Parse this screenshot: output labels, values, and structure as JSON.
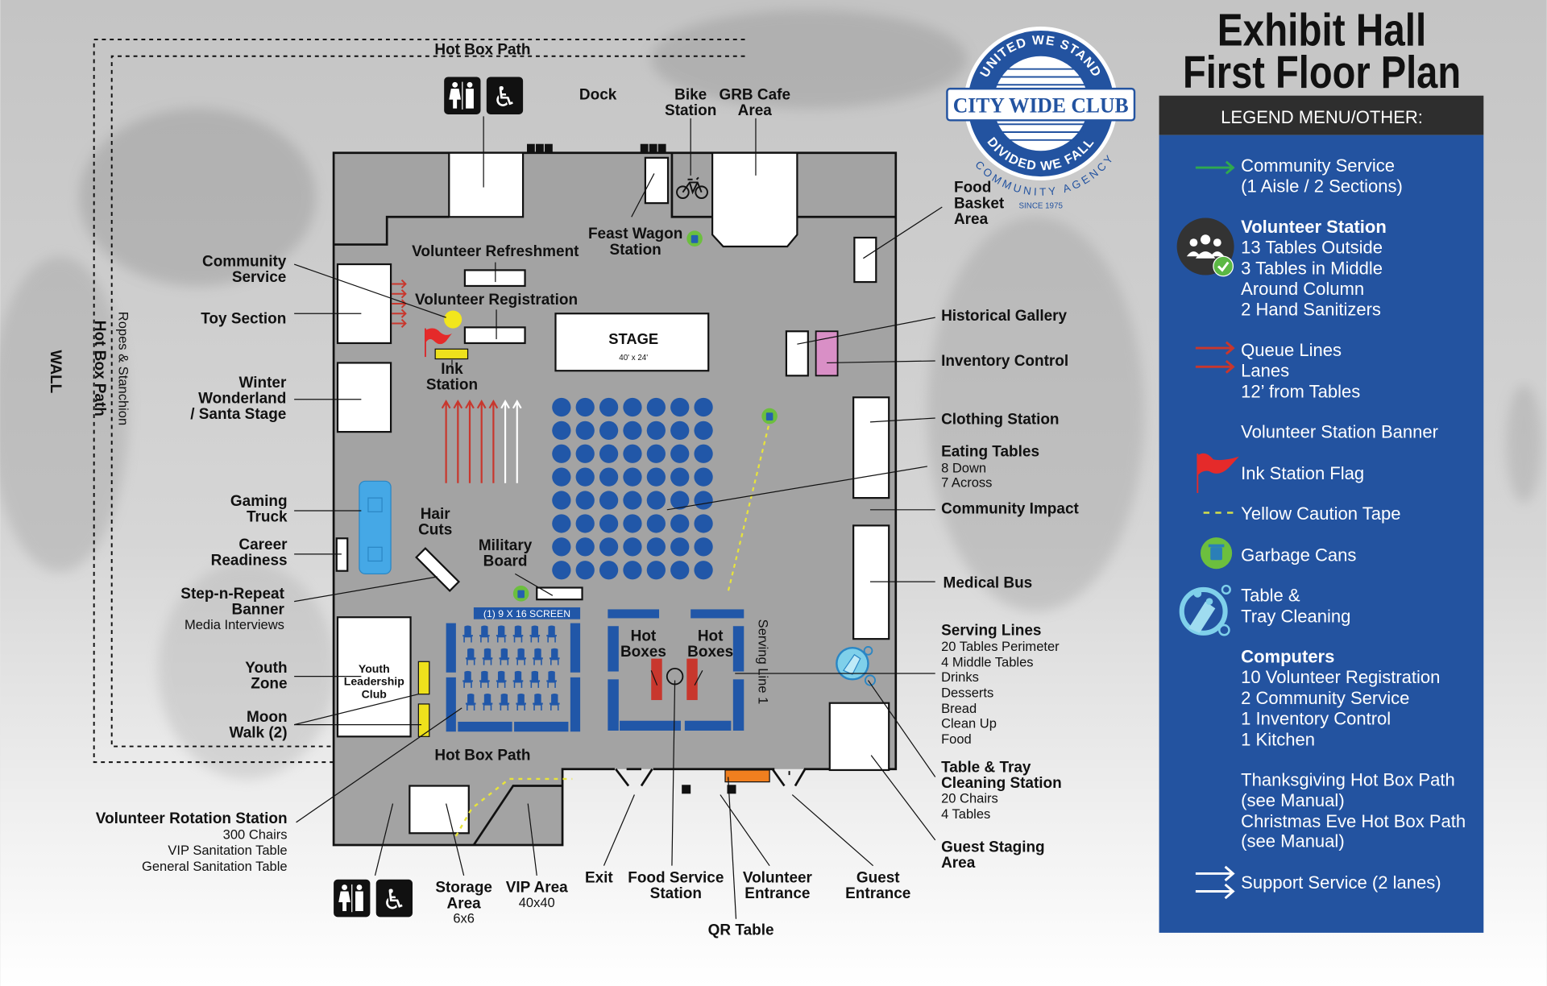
{
  "title": {
    "line1": "Exhibit Hall",
    "line2": "First Floor Plan"
  },
  "logo": {
    "name": "CITY WIDE CLUB",
    "top_arc": "UNITED WE STAND",
    "bottom_arc": "DIVIDED WE FALL",
    "outer_arc": "COMMUNITY AGENCY",
    "since": "SINCE 1975"
  },
  "colors": {
    "legend_blue": "#2353a0",
    "legend_header": "#2e2e2e",
    "floor": "#a3a3a3",
    "table_blue": "#2157a8",
    "queue_red": "#c8372d",
    "community_green": "#2fa84f",
    "caution_yellow": "#e8e43a",
    "inventory_pink": "#d98fc6",
    "orange_qr": "#f07f1f"
  },
  "legend": {
    "header": "LEGEND MENU/OTHER:",
    "community_service": [
      "Community Service",
      "(1 Aisle / 2 Sections)"
    ],
    "volunteer_station": {
      "title": "Volunteer Station",
      "lines": [
        "13 Tables Outside",
        "3 Tables in Middle",
        "Around Column",
        "2 Hand Sanitizers"
      ]
    },
    "queue": [
      "Queue Lines",
      "Lanes",
      "12’ from Tables"
    ],
    "banner": "Volunteer Station Banner",
    "ink_flag": "Ink Station Flag",
    "caution": "Yellow Caution Tape",
    "garbage": "Garbage Cans",
    "cleaning": [
      "Table &",
      "Tray Cleaning"
    ],
    "computers": {
      "title": "Computers",
      "lines": [
        "10 Volunteer Registration",
        "2 Community Service",
        "1 Inventory Control",
        "1 Kitchen"
      ]
    },
    "hot_box": [
      "Thanksgiving Hot Box Path",
      "(see Manual)",
      "Christmas Eve Hot Box Path",
      "(see Manual)"
    ],
    "support": "Support Service (2 lanes)"
  },
  "map": {
    "wall": "WALL",
    "hot_box_path": "Hot Box Path",
    "ropes": "Ropes & Stanchion",
    "dock": "Dock",
    "bike_station": [
      "Bike",
      "Station"
    ],
    "grb_cafe": [
      "GRB Cafe",
      "Area"
    ],
    "feast_wagon": [
      "Feast Wagon",
      "Station"
    ],
    "volunteer_refreshment": "Volunteer Refreshment",
    "volunteer_registration": "Volunteer Registration",
    "ink_station": [
      "Ink",
      "Station"
    ],
    "stage": {
      "title": "STAGE",
      "size": "40' x 24'"
    },
    "hair_cuts": [
      "Hair",
      "Cuts"
    ],
    "military_board": [
      "Military",
      "Board"
    ],
    "screen": "(1) 9 X 16 SCREEN",
    "youth_club": [
      "Youth",
      "Leadership",
      "Club"
    ],
    "hot_boxes": [
      "Hot",
      "Boxes"
    ],
    "serving_line": "Serving Line 1",
    "left": {
      "community_service": [
        "Community",
        "Service"
      ],
      "toy_section": "Toy Section",
      "winter": [
        "Winter",
        "Wonderland",
        "/ Santa Stage"
      ],
      "gaming_truck": [
        "Gaming",
        "Truck"
      ],
      "career": [
        "Career",
        "Readiness"
      ],
      "step_repeat": [
        "Step-n-Repeat",
        "Banner"
      ],
      "step_repeat_sub": "Media Interviews",
      "youth_zone": [
        "Youth",
        "Zone"
      ],
      "moon_walk": [
        "Moon",
        "Walk (2)"
      ],
      "rotation": "Volunteer Rotation Station",
      "rotation_sub": [
        "300 Chairs",
        "VIP Sanitation Table",
        "General Sanitation Table"
      ]
    },
    "right": {
      "food_basket": [
        "Food",
        "Basket",
        "Area"
      ],
      "historical": "Historical Gallery",
      "inventory": "Inventory Control",
      "clothing": "Clothing Station",
      "eating": "Eating Tables",
      "eating_sub": [
        "8 Down",
        "7 Across"
      ],
      "community_impact": "Community Impact",
      "medical_bus": "Medical Bus",
      "serving": "Serving Lines",
      "serving_sub": [
        "20 Tables Perimeter",
        "4 Middle Tables",
        "Drinks",
        "Desserts",
        "Bread",
        "Clean Up",
        "Food"
      ],
      "cleaning": [
        "Table & Tray",
        "Cleaning Station"
      ],
      "cleaning_sub": [
        "20 Chairs",
        "4 Tables"
      ],
      "guest_staging": [
        "Guest Staging",
        "Area"
      ]
    },
    "bottom": {
      "storage": [
        "Storage",
        "Area"
      ],
      "storage_size": "6x6",
      "vip": "VIP Area",
      "vip_size": "40x40",
      "exit": "Exit",
      "food_service": [
        "Food Service",
        "Station"
      ],
      "volunteer_entrance": [
        "Volunteer",
        "Entrance"
      ],
      "guest_entrance": [
        "Guest",
        "Entrance"
      ],
      "qr_table": "QR Table"
    }
  }
}
